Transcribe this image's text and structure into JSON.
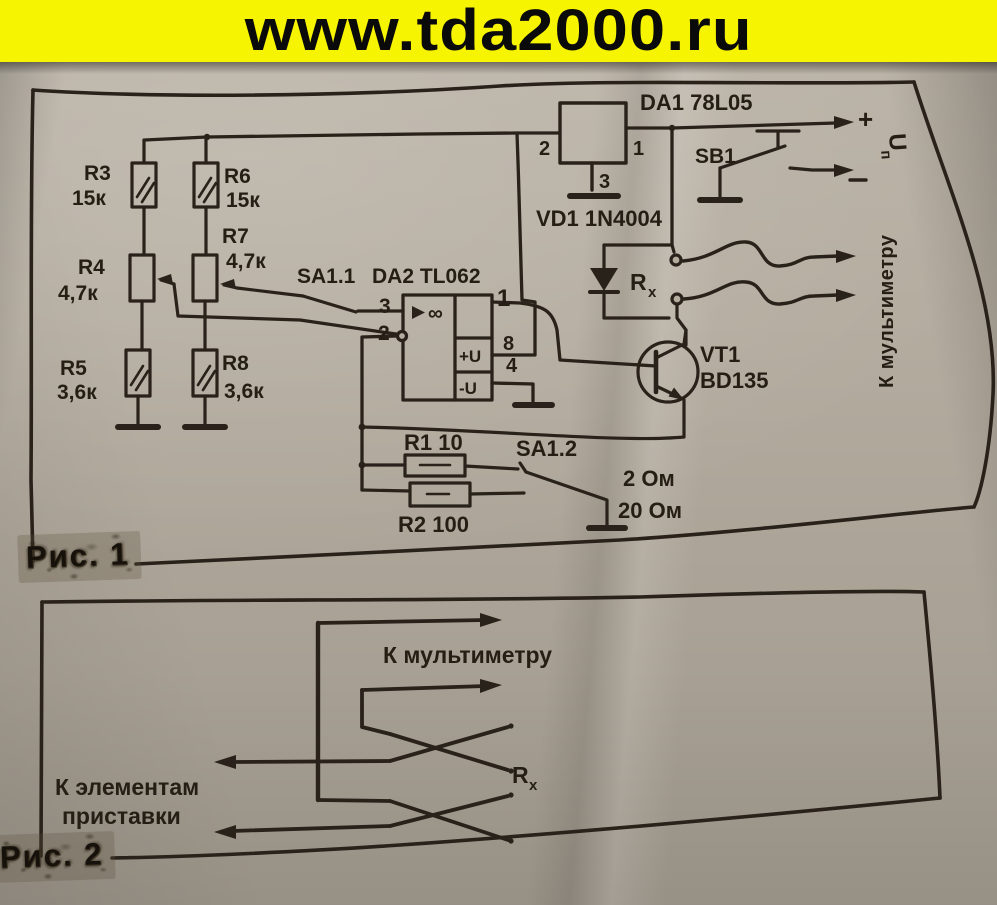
{
  "banner": {
    "text": "www.tda2000.ru"
  },
  "fig1": {
    "caption": "Рис. 1",
    "resistors": {
      "r3": {
        "ref": "R3",
        "value": "15к"
      },
      "r6": {
        "ref": "R6",
        "value": "15к"
      },
      "r4": {
        "ref": "R4",
        "value": "4,7к"
      },
      "r7": {
        "ref": "R7",
        "value": "4,7к"
      },
      "r5": {
        "ref": "R5",
        "value": "3,6к"
      },
      "r8": {
        "ref": "R8",
        "value": "3,6к"
      },
      "r1": {
        "label": "R1 10"
      },
      "r2": {
        "label": "R2 100"
      }
    },
    "ics": {
      "da1": {
        "label": "DA1 78L05",
        "pin_left": "2",
        "pin_right": "1",
        "pin_gnd": "3"
      },
      "da2": {
        "label": "DA2 TL062",
        "pin_p": "3",
        "pin_n": "2",
        "pin_out": "1",
        "pin_vcc": "8",
        "pin_vee": "4",
        "vcc_text": "+U",
        "vee_text": "-U",
        "gain": "∞"
      }
    },
    "semiconductors": {
      "vd1": {
        "label": "VD1 1N4004"
      },
      "vt1": {
        "ref": "VT1",
        "part": "BD135"
      }
    },
    "switches": {
      "sa11": {
        "label": "SA1.1"
      },
      "sa12": {
        "label": "SA1.2",
        "pos1": "2 Ом",
        "pos2": "20 Ом"
      },
      "sb1": {
        "label": "SB1"
      }
    },
    "terminals": {
      "rx_main": "R",
      "rx_sub": "x",
      "plus": "+",
      "minus": "-",
      "un_main": "U",
      "un_sub": "п",
      "to_multimeter": "К мультиметру"
    }
  },
  "fig2": {
    "caption": "Рис. 2",
    "labels": {
      "to_multimeter": "К мультиметру",
      "to_attachment_line1": "К элементам",
      "to_attachment_line2": "приставки",
      "rx_main": "R",
      "rx_sub": "x"
    }
  }
}
